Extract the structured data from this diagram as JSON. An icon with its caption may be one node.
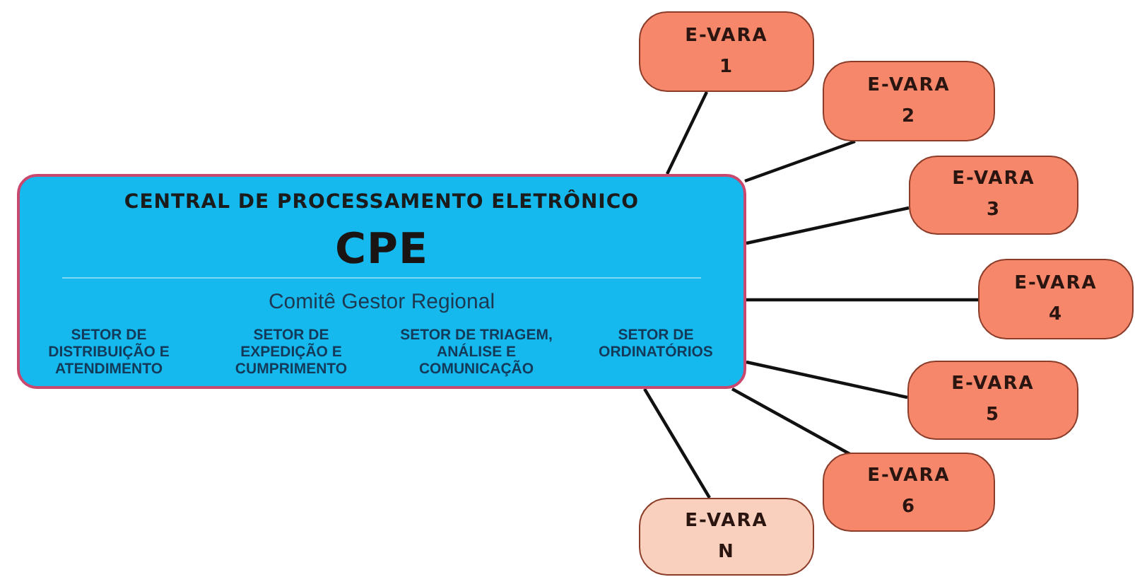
{
  "diagram": {
    "nodes": [
      {
        "text": [
          "CENTRAL DE PROCESSAMENTO ELETRÔNICO",
          "CPE",
          "Comitê Gestor Regional"
        ]
      },
      {
        "text": [
          "E-VARA 1"
        ]
      },
      {
        "text": [
          "E-VARA 2"
        ]
      },
      {
        "text": [
          "E-VARA 3"
        ]
      },
      {
        "text": [
          "E-VARA 4"
        ]
      },
      {
        "text": [
          "E-VARA 5"
        ]
      },
      {
        "text": [
          "E-VARA 6"
        ]
      },
      {
        "text": [
          "E-VARA N"
        ]
      }
    ],
    "edges": [
      {
        "from": 0,
        "to": 1,
        "arrow": "none"
      },
      {
        "from": 0,
        "to": 2,
        "arrow": "none"
      },
      {
        "from": 0,
        "to": 3,
        "arrow": "none"
      },
      {
        "from": 0,
        "to": 4,
        "arrow": "none"
      },
      {
        "from": 0,
        "to": 5,
        "arrow": "none"
      },
      {
        "from": 0,
        "to": 6,
        "arrow": "none"
      },
      {
        "from": 0,
        "to": 7,
        "arrow": "none"
      }
    ],
    "labels": [
      "SETOR DE DISTRIBUIÇÃO E ATENDIMENTO",
      "SETOR DE EXPEDIÇÃO E CUMPRIMENTO",
      "SETOR DE TRIAGEM, ANÁLISE E COMUNICAÇÃO",
      "SETOR DE ORDINATÓRIOS"
    ]
  }
}
